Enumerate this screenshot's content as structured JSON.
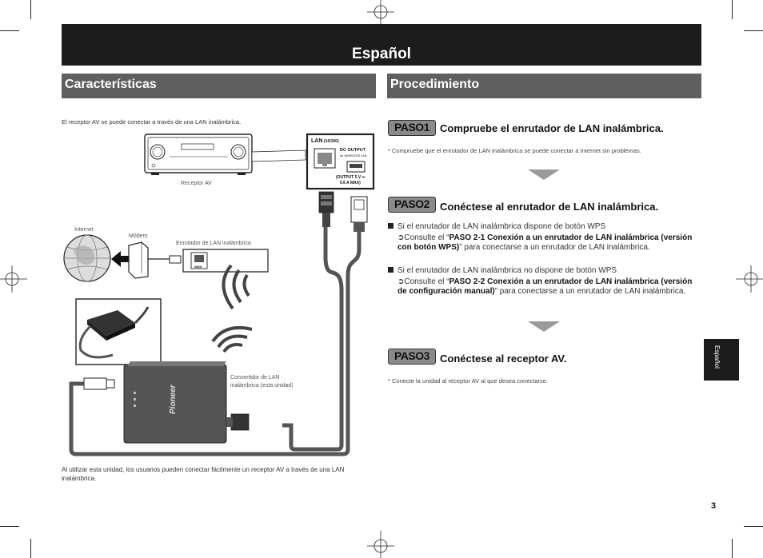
{
  "banner": {
    "title": "Español"
  },
  "left": {
    "heading": "Características",
    "intro": "El receptor AV se puede conectar a través de una LAN inalámbrica.",
    "labels": {
      "receiver": "Receptor AV",
      "internet": "Internet",
      "modem": "Módem",
      "router": "Enrutador de LAN inalámbrica",
      "wan": "WAN",
      "lan": "LAN",
      "lan_speed": "(10/100)",
      "dc_output": "DC OUTPUT",
      "dc_output_sub": "for WIRELESS LAN",
      "output_spec_1": "(OUTPUT 5 V ⎓",
      "output_spec_2": "0.6 A MAX)",
      "converter_1": "Convertidor de LAN",
      "converter_2": "inalámbrica (esta unidad)",
      "brand": "Pioneer"
    },
    "footer": "Al utilizar esta unidad, los usuarios pueden conectar fácilmente un receptor AV a través de una LAN inalámbrica."
  },
  "right": {
    "heading": "Procedimiento",
    "steps": [
      {
        "badge": "PASO1",
        "title": "Compruebe el enrutador de LAN inalámbrica.",
        "note": "* Compruebe que el enrutador de LAN inalámbrica se puede conectar a Internet sin problemas."
      },
      {
        "badge": "PASO2",
        "title": "Conéctese al enrutador de LAN inalámbrica.",
        "bullets": [
          {
            "text": "Si el enrutador de LAN inalámbrica dispone de botón WPS",
            "ref_prefix": "➲Consulte el “",
            "ref_bold": "PASO 2-1 Conexión a un enrutador de LAN inalámbrica (versión con botón WPS)",
            "ref_suffix": "” para conectarse a un enrutador de LAN inalámbrica."
          },
          {
            "text": "Si el enrutador de LAN inalámbrica no dispone de botón WPS",
            "ref_prefix": "➲Consulte el “",
            "ref_bold": "PASO 2-2 Conexión a un enrutador de LAN inalámbrica (versión de configuración manual)",
            "ref_suffix": "” para conectarse a un enrutador de LAN inalámbrica."
          }
        ]
      },
      {
        "badge": "PASO3",
        "title": "Conéctese al receptor AV.",
        "note": "* Conecte la unidad al receptor AV al que desea conectarse."
      }
    ]
  },
  "side_tab": "Español",
  "page_number": "3"
}
